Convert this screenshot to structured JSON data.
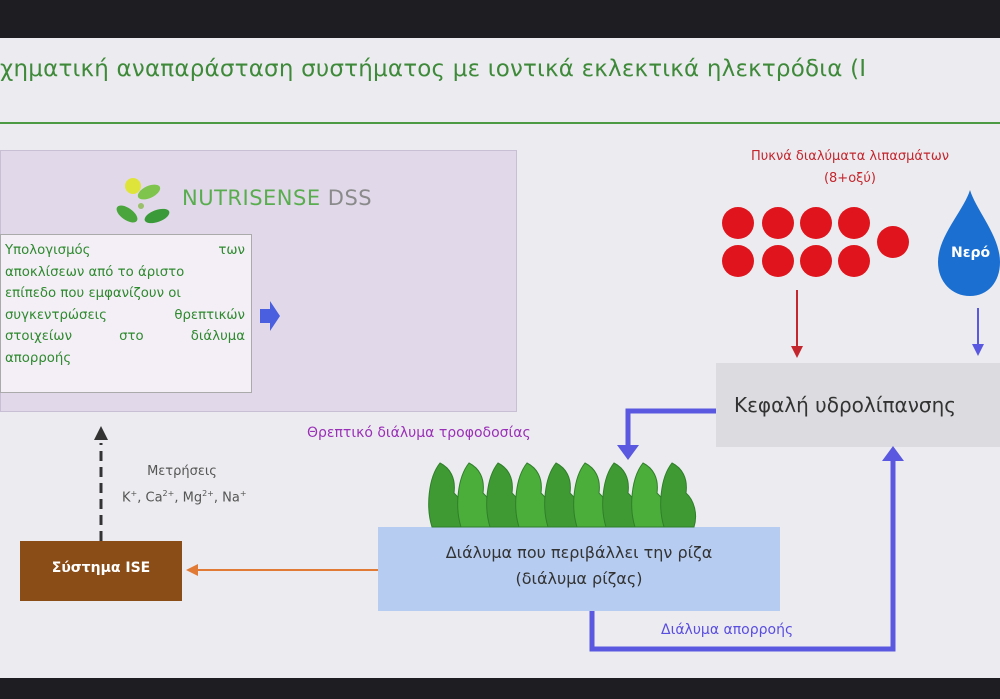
{
  "title": "χηματική αναπαράσταση συστήματος με ιοντικά εκλεκτικά ηλεκτρόδια (I",
  "dss": {
    "brand_main": "NUTRISENSE",
    "brand_suffix": " DSS",
    "description_lines": [
      [
        "Υπολογισμός",
        "των"
      ],
      [
        "αποκλίσεων από το άριστο"
      ],
      [
        "επίπεδο που εμφανίζουν οι"
      ],
      [
        "συγκεντρώσεις",
        "θρεπτικών"
      ],
      [
        "στοιχείων",
        "στο",
        "διάλυμα"
      ],
      [
        "απορροής"
      ]
    ]
  },
  "fertilizer": {
    "line1": "Πυκνά διαλύματα λιπασμάτων",
    "line2": "(8+οξύ)",
    "count": 9,
    "color": "#e0141c"
  },
  "water": {
    "label": "Νερό",
    "color": "#1b6fd0"
  },
  "fertigation_head": {
    "label": "Κεφαλή υδρολίπανσης"
  },
  "feed_solution": {
    "label": "Θρεπτικό διάλυμα τροφοδοσίας"
  },
  "root_zone": {
    "line1": "Διάλυμα που περιβάλλει την ρίζα",
    "line2": "(διάλυμα ρίζας)"
  },
  "drainage": {
    "label": "Διάλυμα απορροής"
  },
  "measurements": {
    "label": "Μετρήσεις",
    "ions": [
      "K",
      "Ca",
      "Mg",
      "Na"
    ],
    "charges": [
      "+",
      "2+",
      "2+",
      "+"
    ]
  },
  "ise_system": {
    "label": "Σύστημα ISE"
  },
  "colors": {
    "title_green": "#3f8a3a",
    "flow_blue": "#5a58e0",
    "fert_red": "#c4262e",
    "ise_brown": "#8b4d18",
    "orange_arrow": "#e07a34",
    "purple_text": "#9b30b8"
  },
  "icons": [
    "nutrisense-logo-icon",
    "lettuce-icon",
    "water-drop-icon",
    "fertilizer-dot-icon",
    "arrow-right-icon"
  ]
}
